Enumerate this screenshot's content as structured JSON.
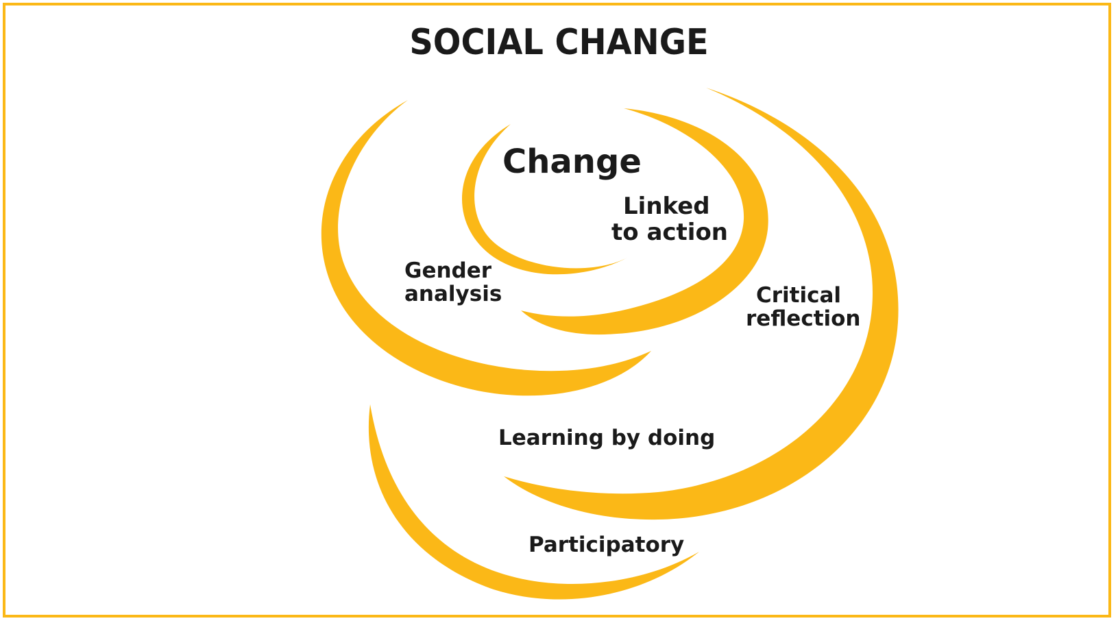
{
  "title": "SOCIAL CHANGE",
  "accent_color": "#fbb817",
  "text_color": "#1a1a1a",
  "labels": {
    "change": "Change",
    "linked_to_action": [
      "Linked",
      "to action"
    ],
    "gender_analysis": [
      "Gender",
      "analysis"
    ],
    "critical_reflection": [
      "Critical",
      "reflection"
    ],
    "learning_by_doing": "Learning by doing",
    "participatory": "Participatory"
  }
}
